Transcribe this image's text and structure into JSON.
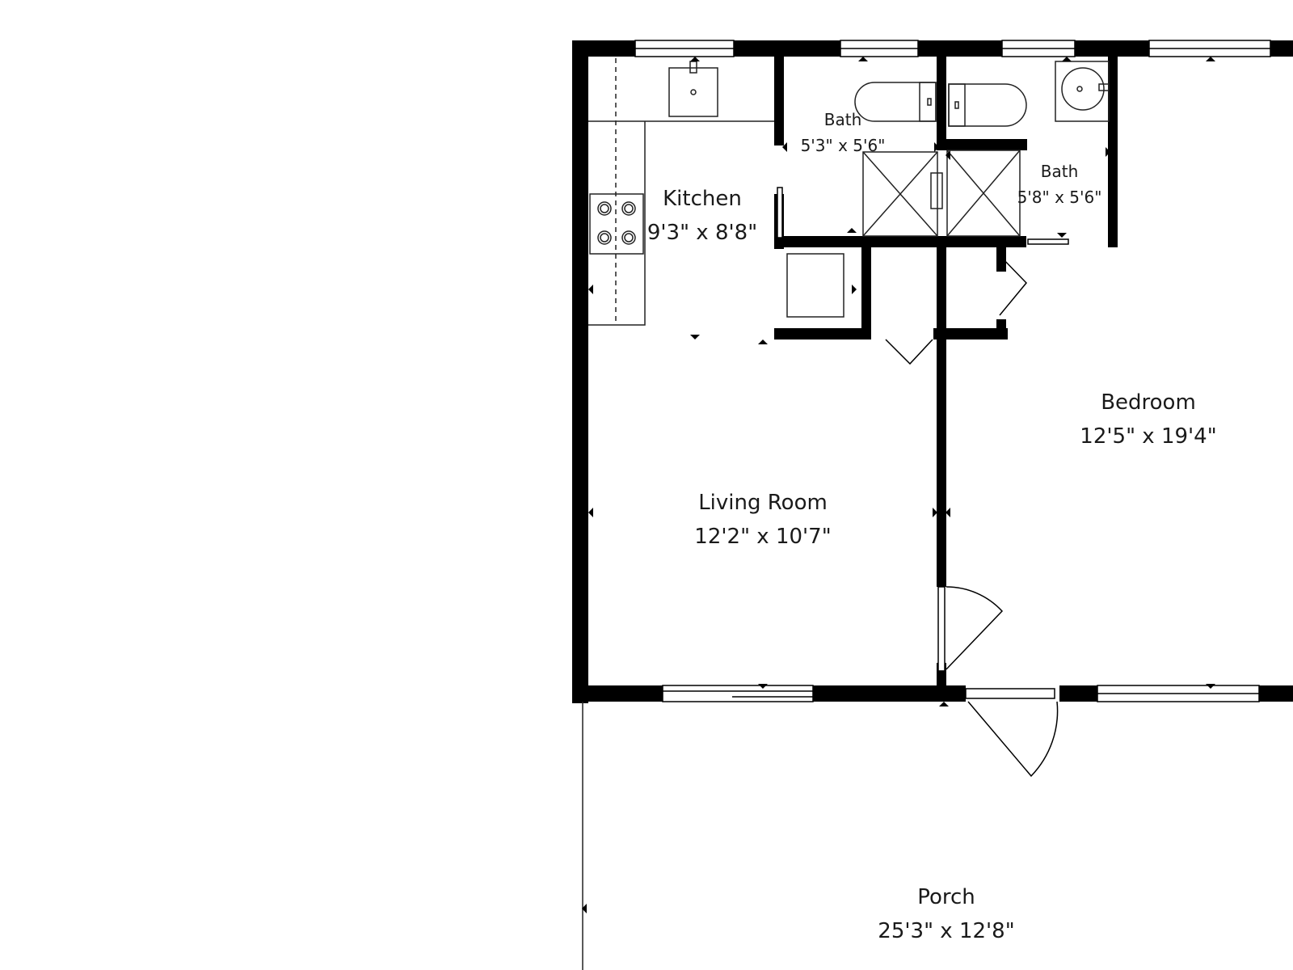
{
  "floorplan": {
    "rooms": [
      {
        "id": "kitchen",
        "name": "Kitchen",
        "dimensions": "9'3\" x 8'8\""
      },
      {
        "id": "bath-1",
        "name": "Bath",
        "dimensions": "5'3\" x 5'6\""
      },
      {
        "id": "bath-2",
        "name": "Bath",
        "dimensions": "5'8\" x 5'6\""
      },
      {
        "id": "living-room",
        "name": "Living Room",
        "dimensions": "12'2\" x 10'7\""
      },
      {
        "id": "bedroom",
        "name": "Bedroom",
        "dimensions": "12'5\" x 19'4\""
      },
      {
        "id": "porch",
        "name": "Porch",
        "dimensions": "25'3\" x 12'8\""
      }
    ],
    "colors": {
      "wall": "#000000",
      "fixture": "#222222",
      "background": "#ffffff"
    }
  }
}
